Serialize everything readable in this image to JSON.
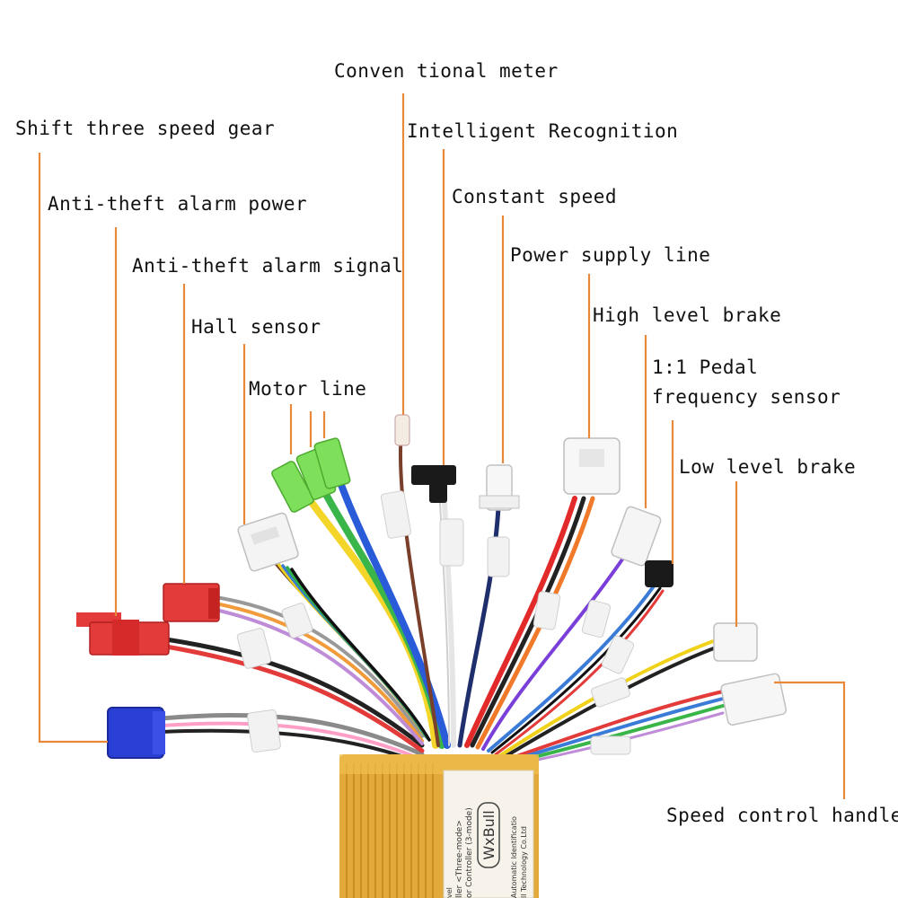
{
  "labels": {
    "shift_gear": "Shift three speed gear",
    "alarm_power": "Anti-theft alarm power",
    "alarm_signal": "Anti-theft alarm signal",
    "hall_sensor": "Hall sensor",
    "motor_line": "Motor line",
    "conventional_meter": "Conven tional meter",
    "intelligent_recognition": "Intelligent Recognition",
    "constant_speed": "Constant speed",
    "power_supply": "Power supply line",
    "high_brake": "High level brake",
    "pedal_line1": "1:1 Pedal",
    "pedal_line2": "frequency sensor",
    "low_brake": "Low level brake",
    "speed_handle": "Speed control handle"
  },
  "controller": {
    "brand": "WxBull",
    "line1": "ller <Three-mode>",
    "line2": "or Controller (3-mode)",
    "line3": "Automatic Identificatio",
    "line4": "ll Technology Co.Ltd",
    "line5": "vel"
  },
  "colors": {
    "leader": "#e8883a",
    "case": "#e3a93a",
    "connector_green": "#7ee05a",
    "connector_red": "#e33a3a",
    "connector_blue": "#2a3fd6"
  }
}
